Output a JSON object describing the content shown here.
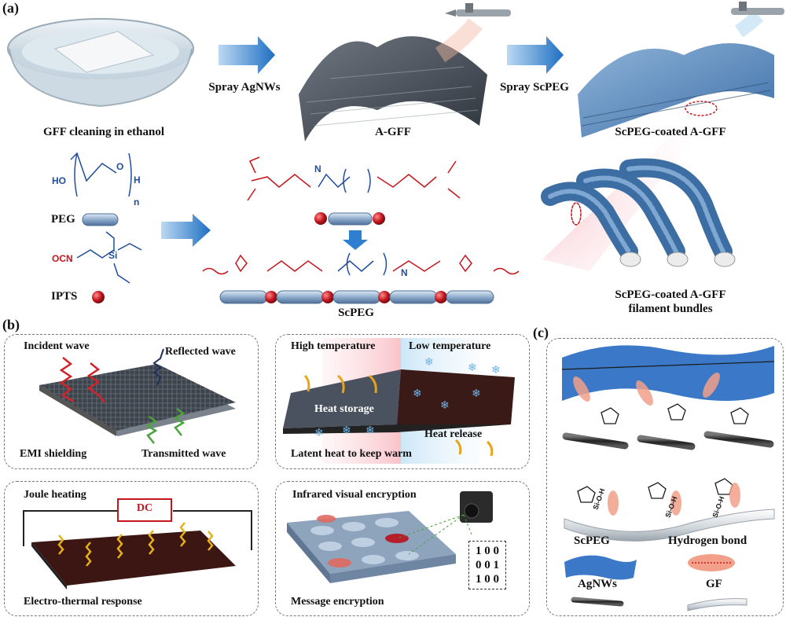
{
  "panels": {
    "a": "(a)",
    "b": "(b)",
    "c": "(c)"
  },
  "panel_a": {
    "steps": {
      "step1": "GFF cleaning in ethanol",
      "step2": "A-GFF",
      "step3": "ScPEG-coated A-GFF"
    },
    "arrows": {
      "spray1": "Spray AgNWs",
      "spray2": "Spray ScPEG"
    },
    "chemicals": {
      "peg": "PEG",
      "ipts": "IPTS",
      "scpeg": "ScPEG",
      "ho": "HO",
      "o": "O",
      "h": "H",
      "n": "n",
      "ocn": "OCN",
      "si": "Si",
      "nh": "N"
    },
    "bundle_label": "ScPEG-coated A-GFF",
    "bundle_label2": "filament bundles"
  },
  "panel_b": {
    "emi": {
      "incident": "Incident wave",
      "reflected": "Reflected wave",
      "transmitted": "Transmitted wave",
      "title": "EMI shielding"
    },
    "thermal": {
      "high": "High temperature",
      "low": "Low temperature",
      "storage": "Heat storage",
      "release": "Heat release",
      "title": "Latent heat to keep warm"
    },
    "joule": {
      "title": "Joule heating",
      "dc": "DC",
      "caption": "Electro-thermal response"
    },
    "encryption": {
      "title": "Infrared visual encryption",
      "matrix": [
        "1 0 0",
        "0 0 1",
        "1 0 0"
      ],
      "caption": "Message encryption"
    }
  },
  "panel_c": {
    "legend": {
      "scpeg": "ScPEG",
      "hbond": "Hydrogen bond",
      "agnw": "AgNWs",
      "gf": "GF"
    },
    "sioh": "Si-O-H"
  },
  "colors": {
    "arrow_blue": "#2e7fd0",
    "chem_red": "#c4161c",
    "chem_blue": "#1f4e9c",
    "bead": "#9fb8d6",
    "bead_red": "#c0141b",
    "fabric": "#3a4048",
    "scpeg_blue": "#3c78c8"
  }
}
